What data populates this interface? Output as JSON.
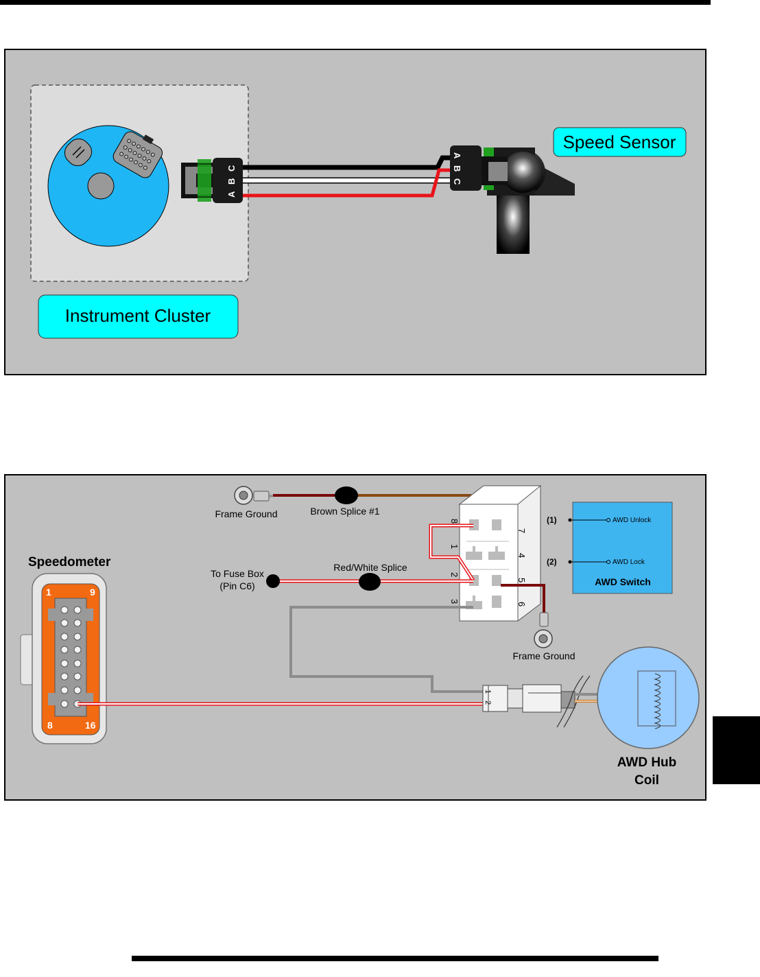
{
  "top_diagram": {
    "cluster_label": "Instrument Cluster",
    "sensor_label": "Speed Sensor",
    "cluster_pins": [
      "A",
      "B",
      "C"
    ],
    "sensor_pins": [
      "A",
      "B",
      "C"
    ],
    "wire_colors": {
      "black": "#000000",
      "white": "#ffffff",
      "red": "#e8141a"
    }
  },
  "bottom_diagram": {
    "speedometer_label": "Speedometer",
    "speedo_pin_first_left": "1",
    "speedo_pin_first_right": "9",
    "speedo_pin_last_left": "8",
    "speedo_pin_last_right": "16",
    "frame_ground_top": "Frame Ground",
    "brown_splice": "Brown Splice #1",
    "fuse_box_line1": "To Fuse Box",
    "fuse_box_line2": "(Pin C6)",
    "red_white_splice": "Red/White Splice",
    "frame_ground_right": "Frame Ground",
    "awd_switch_title": "AWD Switch",
    "awd_unlock": "AWD Unlock",
    "awd_lock": "AWD Lock",
    "awd_unlock_pin": "(1)",
    "awd_lock_pin": "(2)",
    "hub_coil_line1": "AWD Hub",
    "hub_coil_line2": "Coil",
    "connector_pins_left": [
      "8",
      "1",
      "2",
      "3"
    ],
    "connector_pins_right": [
      "7",
      "4",
      "5",
      "6"
    ],
    "coil_connector_pins": [
      "1",
      "2"
    ],
    "colors": {
      "orange": "#f26a12",
      "brown": "#8a4a14",
      "dark_red": "#7a0a0a",
      "gray_wire": "#8c8c8c",
      "awd_switch_bg": "#3fb5f0",
      "hub_bg": "#99ccff",
      "label_bg": "#00ffff"
    }
  }
}
